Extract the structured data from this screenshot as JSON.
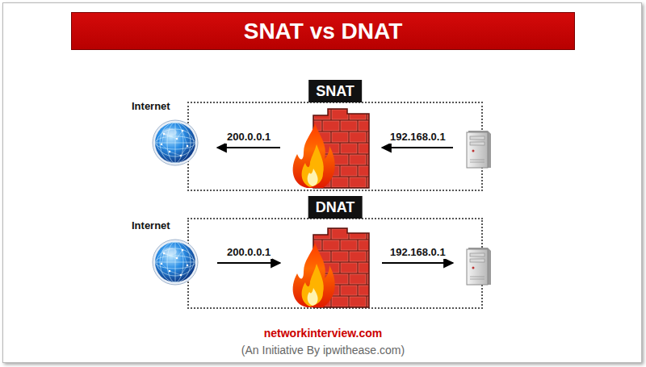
{
  "diagram": {
    "title": "SNAT vs DNAT",
    "caption": "networkinterview.com",
    "nodes": [
      {
        "text": [
          "SNAT"
        ]
      },
      {
        "text": [
          "Internet"
        ]
      },
      {
        "text": [],
        "in": 0
      },
      {
        "text": [],
        "in": 0
      },
      {
        "text": [
          "DNAT"
        ]
      },
      {
        "text": [
          "Internet"
        ]
      },
      {
        "text": [],
        "in": 4
      },
      {
        "text": [],
        "in": 4
      }
    ],
    "edges": [
      {
        "from": 2,
        "to": 1,
        "arrow": "to",
        "label": "200.0.0.1"
      },
      {
        "from": 3,
        "to": 2,
        "arrow": "to",
        "label": "192.168.0.1"
      },
      {
        "from": 5,
        "to": 6,
        "arrow": "to",
        "label": "200.0.0.1"
      },
      {
        "from": 6,
        "to": 7,
        "arrow": "to",
        "label": "192.168.0.1"
      }
    ],
    "labels": [
      "(An Initiative By ipwithease.com)"
    ]
  }
}
